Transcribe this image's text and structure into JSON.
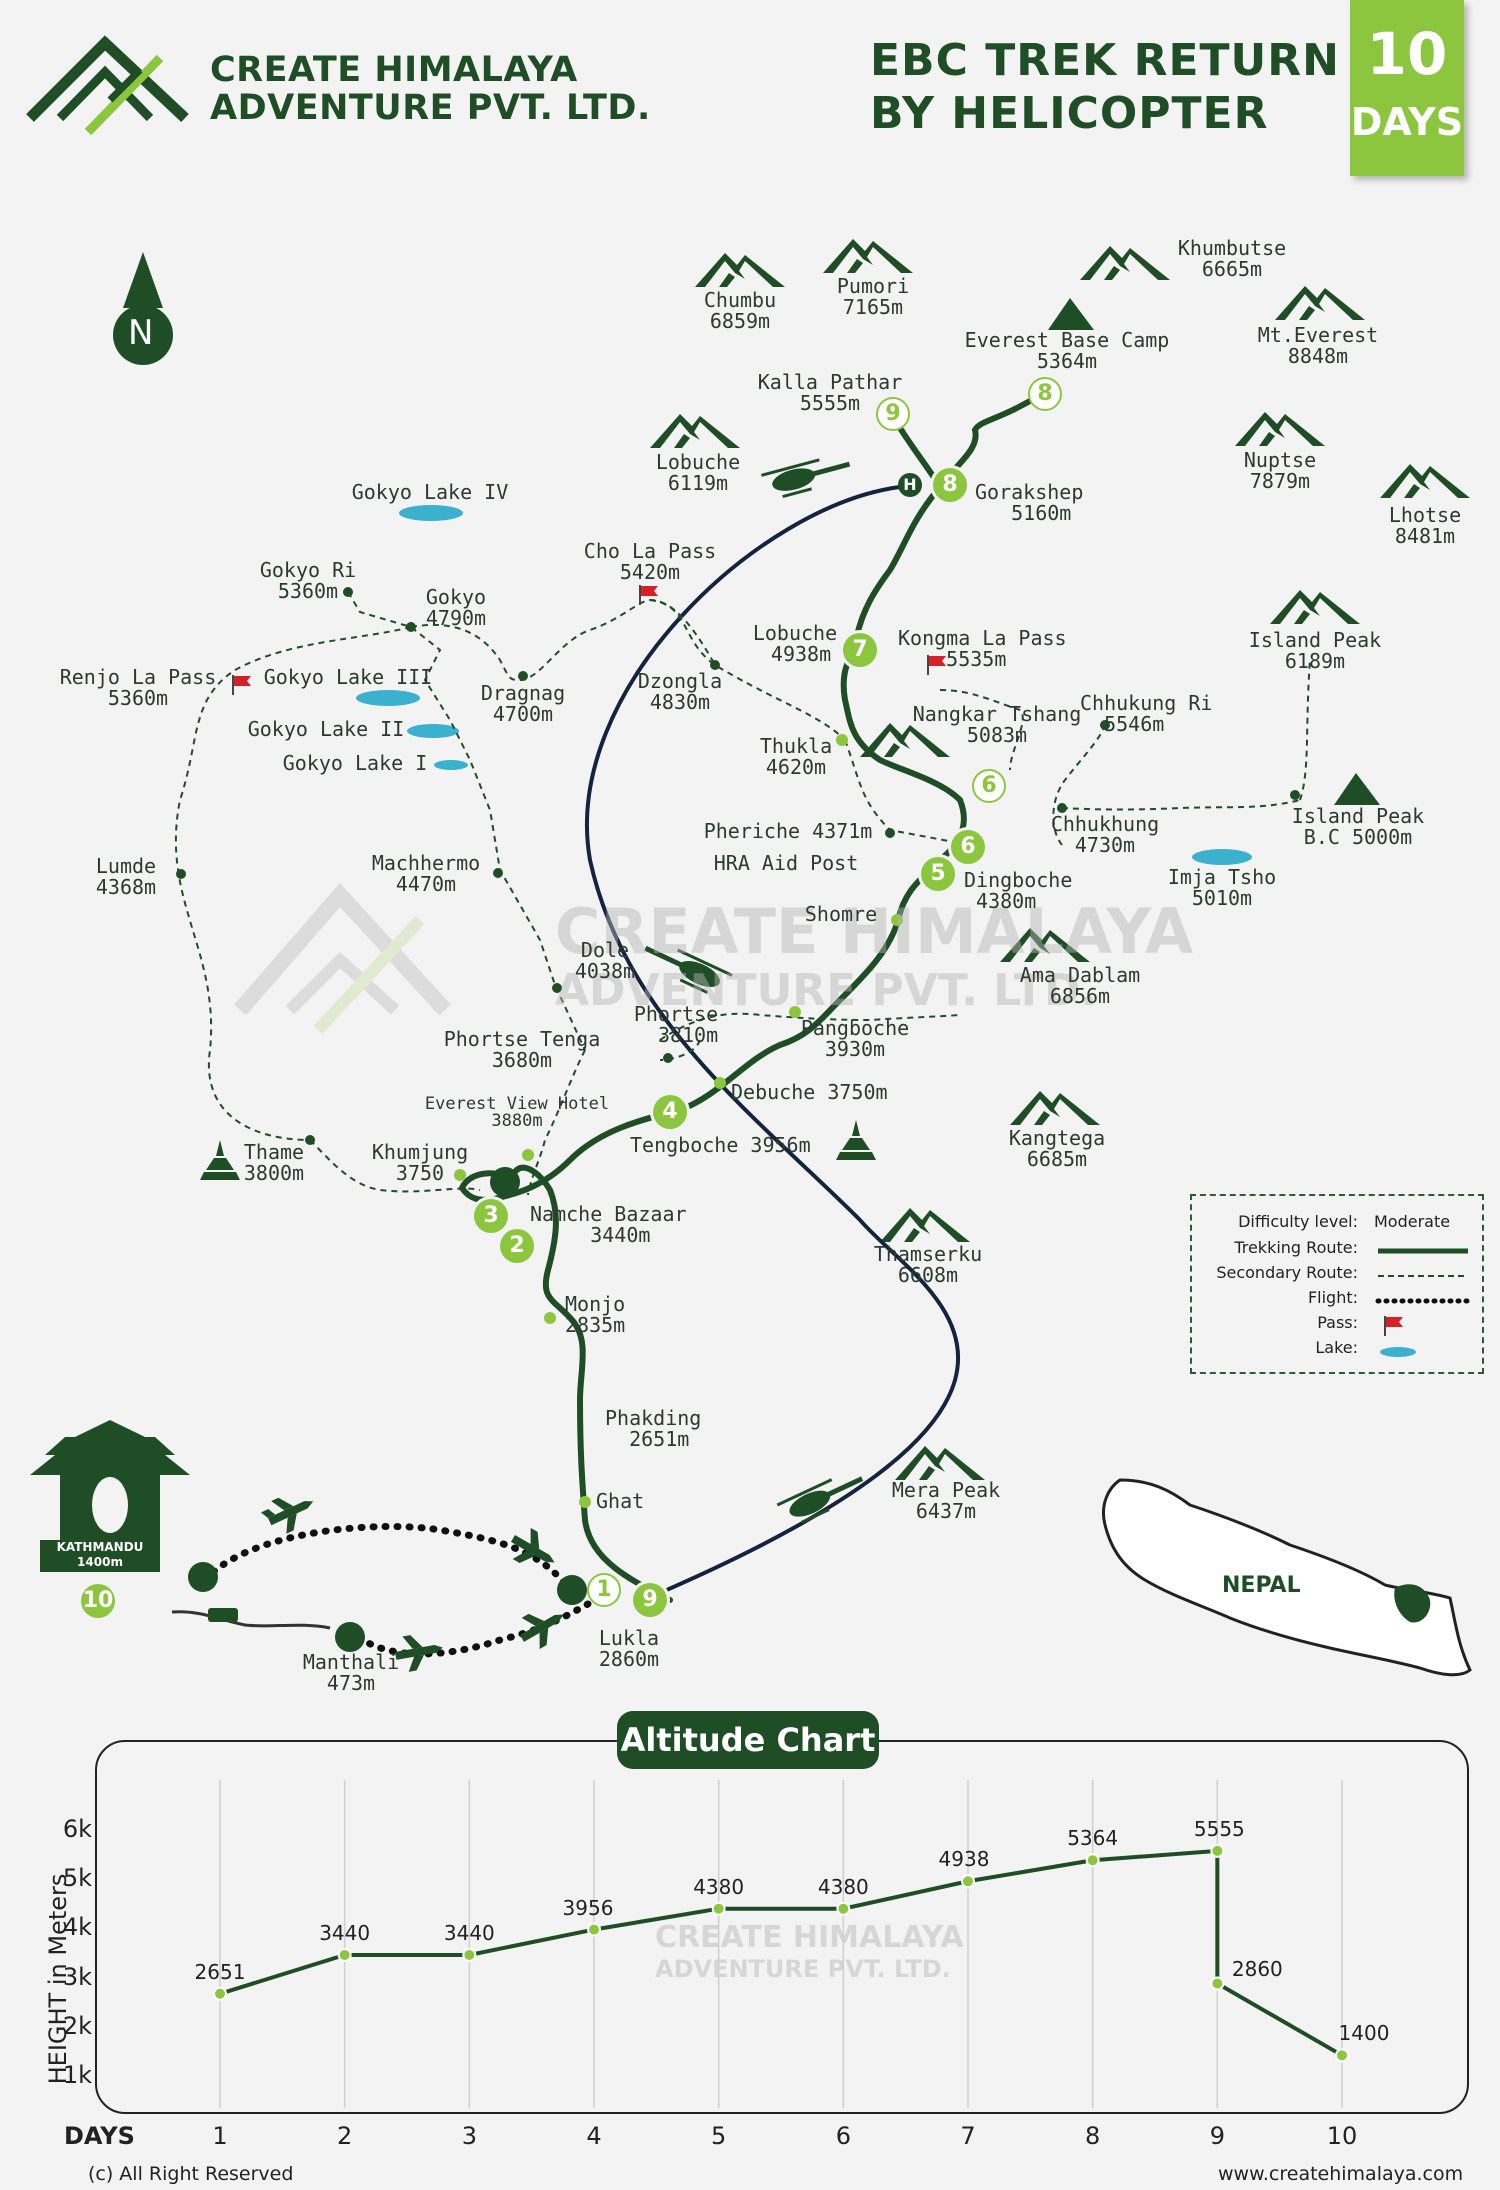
{
  "brand": {
    "line1": "CREATE HIMALAYA",
    "line2": "ADVENTURE PVT. LTD.",
    "website": "www.createhimalaya.com",
    "copyright": "(c) All Right Reserved",
    "colors": {
      "dark_green": "#1f4d26",
      "light_green": "#8cc63f",
      "lake_blue": "#3bb0cf",
      "flight_line": "#14233e"
    }
  },
  "title": {
    "line1": "EBC TREK RETURN",
    "line2": "BY HELICOPTER"
  },
  "days_badge": {
    "number": "10",
    "label": "DAYS"
  },
  "compass": {
    "letter": "N"
  },
  "watermark": {
    "line1": "CREATE HIMALAYA",
    "line2": "ADVENTURE PVT. LTD."
  },
  "mountains": [
    {
      "name": "Chumbu",
      "alt": "6859m"
    },
    {
      "name": "Pumori",
      "alt": "7165m"
    },
    {
      "name": "Khumbutse",
      "alt": "6665m"
    },
    {
      "name": "Mt.Everest",
      "alt": "8848m"
    },
    {
      "name": "Lobuche",
      "alt": "6119m"
    },
    {
      "name": "Nuptse",
      "alt": "7879m"
    },
    {
      "name": "Lhotse",
      "alt": "8481m"
    },
    {
      "name": "Island Peak",
      "alt": "6189m"
    },
    {
      "name": "Ama Dablam",
      "alt": "6856m"
    },
    {
      "name": "Kangtega",
      "alt": "6685m"
    },
    {
      "name": "Thamserku",
      "alt": "6608m"
    },
    {
      "name": "Mera Peak",
      "alt": "6437m"
    }
  ],
  "places": {
    "ebc": {
      "name": "Everest Base Camp",
      "alt": "5364m"
    },
    "kalla": {
      "name": "Kalla Pathar",
      "alt": "5555m"
    },
    "gorakshep": {
      "name": "Gorakshep",
      "alt": "5160m"
    },
    "gokyo4": {
      "name": "Gokyo Lake IV"
    },
    "cho_la": {
      "name": "Cho La Pass",
      "alt": "5420m"
    },
    "gokyo_ri": {
      "name": "Gokyo Ri",
      "alt": "5360m"
    },
    "gokyo": {
      "name": "Gokyo",
      "alt": "4790m"
    },
    "renjo": {
      "name": "Renjo La Pass",
      "alt": "5360m"
    },
    "gokyo3": {
      "name": "Gokyo Lake III"
    },
    "dragnag": {
      "name": "Dragnag",
      "alt": "4700m"
    },
    "dzongla": {
      "name": "Dzongla",
      "alt": "4830m"
    },
    "lobuche_v": {
      "name": "Lobuche",
      "alt": "4938m"
    },
    "kongma": {
      "name": "Kongma La Pass",
      "alt": "5535m"
    },
    "gokyo2": {
      "name": "Gokyo Lake II"
    },
    "gokyo1": {
      "name": "Gokyo Lake I"
    },
    "thukla": {
      "name": "Thukla",
      "alt": "4620m"
    },
    "nangkar": {
      "name": "Nangkar Tshang",
      "alt": "5083m"
    },
    "chhukung_ri": {
      "name": "Chhukung Ri",
      "alt": "5546m"
    },
    "pheriche": {
      "name": "Pheriche 4371m",
      "sub": "HRA Aid Post"
    },
    "chhukhung": {
      "name": "Chhukhung",
      "alt": "4730m"
    },
    "island_bc": {
      "name": "Island Peak",
      "alt": "B.C 5000m"
    },
    "lumde": {
      "name": "Lumde",
      "alt": "4368m"
    },
    "machhermo": {
      "name": "Machhermo",
      "alt": "4470m"
    },
    "dingboche": {
      "name": "Dingboche",
      "alt": "4380m"
    },
    "imja": {
      "name": "Imja Tsho",
      "alt": "5010m"
    },
    "shomre": {
      "name": "Shomre"
    },
    "dole": {
      "name": "Dole",
      "alt": "4038m"
    },
    "phortse": {
      "name": "Phortse",
      "alt": "3810m"
    },
    "pangboche": {
      "name": "Pangboche",
      "alt": "3930m"
    },
    "phortse_tenga": {
      "name": "Phortse Tenga",
      "alt": "3680m"
    },
    "debuche": {
      "name": "Debuche 3750m"
    },
    "evh": {
      "name": "Everest View Hotel",
      "alt": "3880m"
    },
    "thame": {
      "name": "Thame",
      "alt": "3800m"
    },
    "khumjung": {
      "name": "Khumjung",
      "alt": "3750"
    },
    "tengboche": {
      "name": "Tengboche 3956m"
    },
    "namche": {
      "name": "Namche Bazaar",
      "alt": "3440m"
    },
    "monjo": {
      "name": "Monjo",
      "alt": "2835m"
    },
    "phakding": {
      "name": "Phakding",
      "alt": "2651m"
    },
    "ghat": {
      "name": "Ghat"
    },
    "lukla": {
      "name": "Lukla",
      "alt": "2860m"
    },
    "manthali": {
      "name": "Manthali",
      "alt": "473m"
    },
    "kathmandu": {
      "name": "KATHMANDU",
      "alt": "1400m"
    },
    "nepal": {
      "name": "NEPAL"
    }
  },
  "day_markers": [
    "1",
    "2",
    "3",
    "4",
    "5",
    "6",
    "6",
    "7",
    "8",
    "8",
    "9",
    "9",
    "10",
    "H"
  ],
  "legend": {
    "rows": [
      {
        "key": "Difficulty level:",
        "value": "Moderate"
      },
      {
        "key": "Trekking Route:",
        "value": "solid-line"
      },
      {
        "key": "Secondary Route:",
        "value": "dashed-line"
      },
      {
        "key": "Flight:",
        "value": "dotted-line"
      },
      {
        "key": "Pass:",
        "value": "flag-icon"
      },
      {
        "key": "Lake:",
        "value": "lake-icon"
      }
    ]
  },
  "chart_data": {
    "type": "line",
    "title": "Altitude Chart",
    "xlabel": "DAYS",
    "ylabel": "HEIGHT in Meters",
    "x": [
      1,
      2,
      3,
      4,
      5,
      6,
      7,
      8,
      9,
      9,
      10
    ],
    "y": [
      2651,
      3440,
      3440,
      3956,
      4380,
      4380,
      4938,
      5364,
      5555,
      2860,
      1400
    ],
    "point_labels": [
      "2651",
      "3440",
      "3440",
      "3956",
      "4380",
      "4380",
      "4938",
      "5364",
      "5555",
      "2860",
      "1400"
    ],
    "x_ticks": [
      "1",
      "2",
      "3",
      "4",
      "5",
      "6",
      "7",
      "8",
      "9",
      "10"
    ],
    "y_ticks": [
      "1k",
      "2k",
      "3k",
      "4k",
      "5k",
      "6k"
    ],
    "y_tick_values": [
      1000,
      2000,
      3000,
      4000,
      5000,
      6000
    ],
    "xlim": [
      0.2,
      11.0
    ],
    "ylim": [
      600,
      6400
    ],
    "grid": "vertical"
  }
}
